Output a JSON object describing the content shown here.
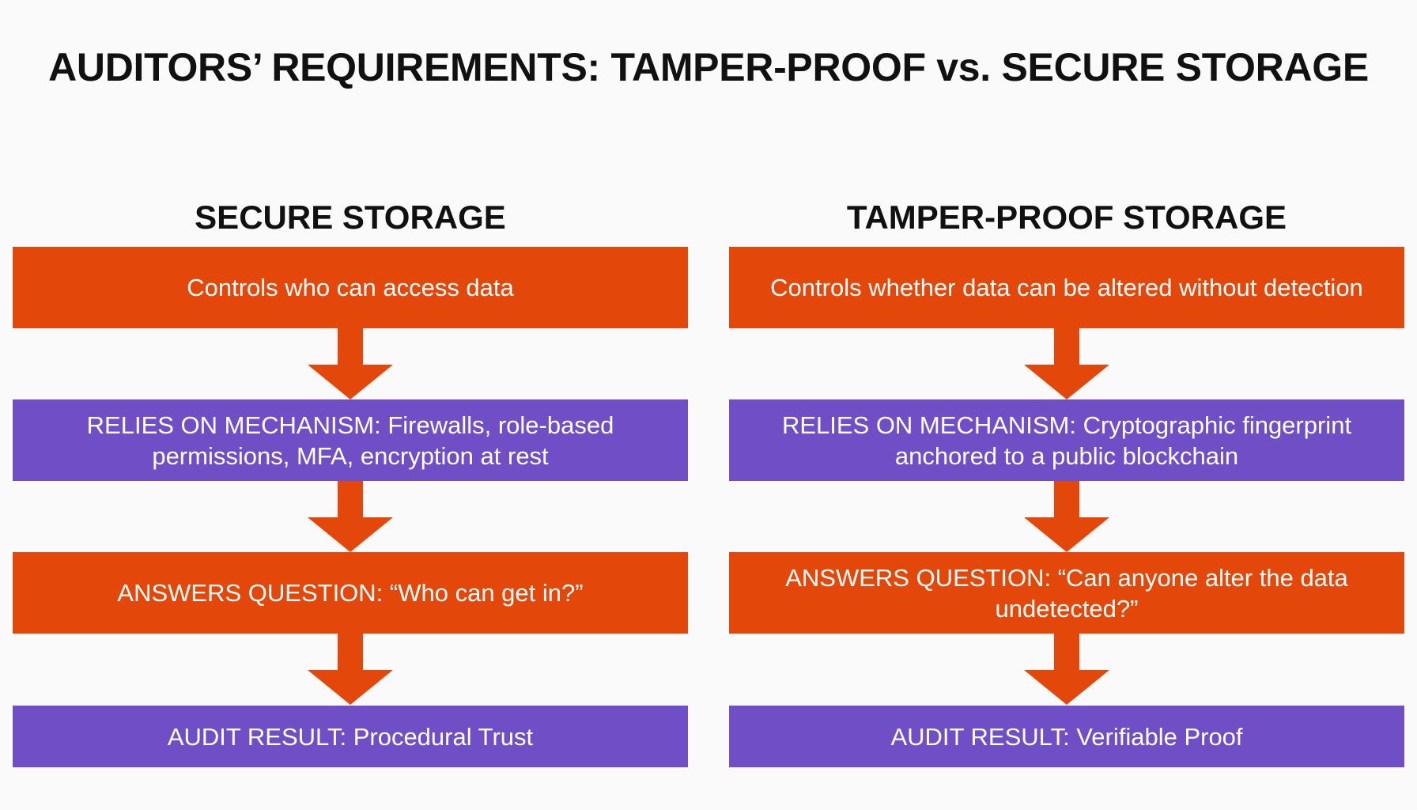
{
  "title": "AUDITORS’ REQUIREMENTS: TAMPER-PROOF vs. SECURE STORAGE",
  "colors": {
    "orange": "#e3470a",
    "purple": "#704ec6",
    "background": "#fafafa",
    "text_dark": "#111111"
  },
  "left": {
    "heading": "SECURE STORAGE",
    "boxes": [
      "Controls who can access data",
      "RELIES ON MECHANISM: Firewalls, role-based permissions, MFA, encryption at rest",
      "ANSWERS QUESTION: “Who can get in?”",
      "AUDIT RESULT: Procedural Trust"
    ]
  },
  "right": {
    "heading": "TAMPER-PROOF STORAGE",
    "boxes": [
      "Controls whether data can be altered without detection",
      "RELIES ON MECHANISM: Cryptographic fingerprint anchored to a public blockchain",
      "ANSWERS QUESTION: “Can anyone alter the data undetected?”",
      "AUDIT RESULT: Verifiable Proof"
    ]
  }
}
